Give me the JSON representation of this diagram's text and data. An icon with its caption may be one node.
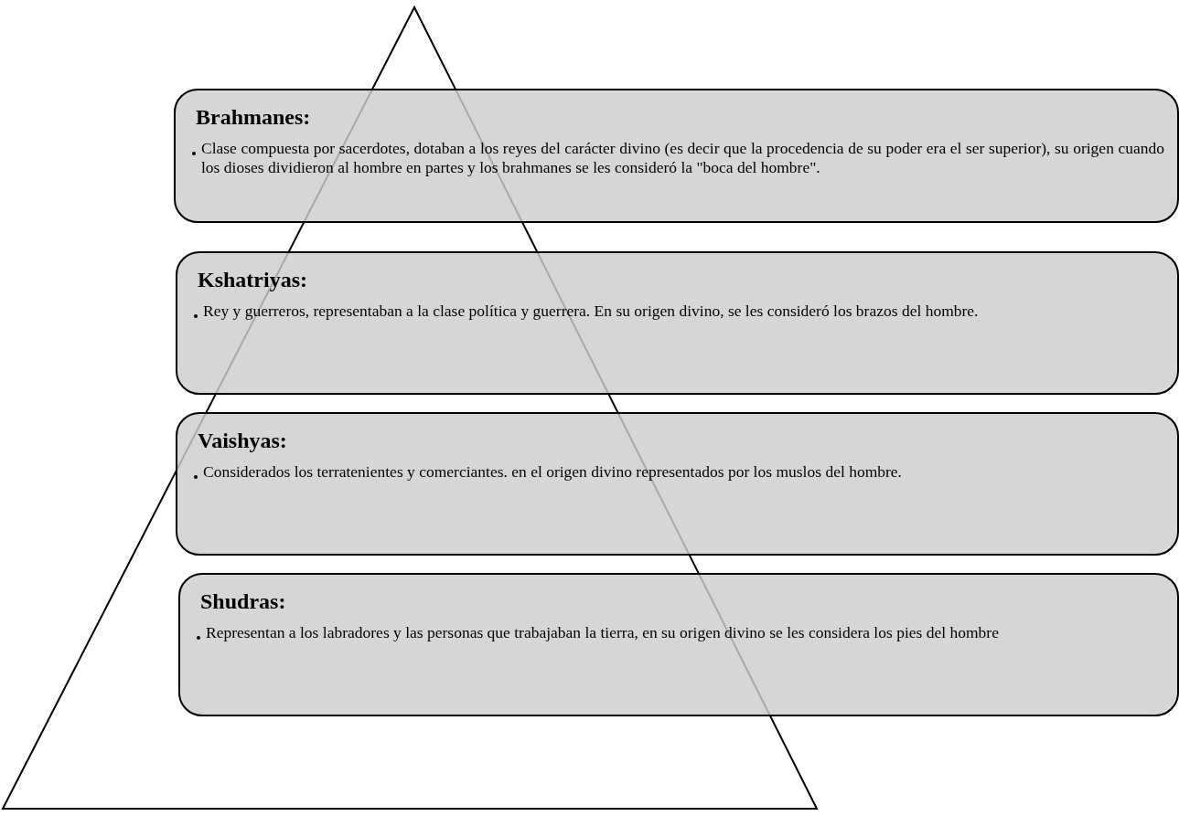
{
  "diagram": {
    "nodes": [
      {
        "text": [],
        "shape": "triangle"
      },
      {
        "text": [
          "Brahmanes:",
          "Clase compuesta por sacerdotes, dotaban a los reyes del carácter divino (es decir que la procedencia de su poder era el ser superior), su origen cuando los dioses dividieron al hombre en partes y los brahmanes se les consideró la \"boca del hombre\"."
        ]
      },
      {
        "text": [
          "Kshatriyas:",
          "Rey y guerreros, representaban a la clase política y guerrera. En su origen divino, se les consideró los brazos del hombre."
        ]
      },
      {
        "text": [
          "Vaishyas:",
          "Considerados los terratenientes y comerciantes. en el origen divino representados por los muslos del hombre."
        ]
      },
      {
        "text": [
          "Shudras:",
          "Representan a los labradores y las personas que trabajaban la tierra, en su origen divino se les considera los pies del hombre"
        ]
      }
    ]
  }
}
